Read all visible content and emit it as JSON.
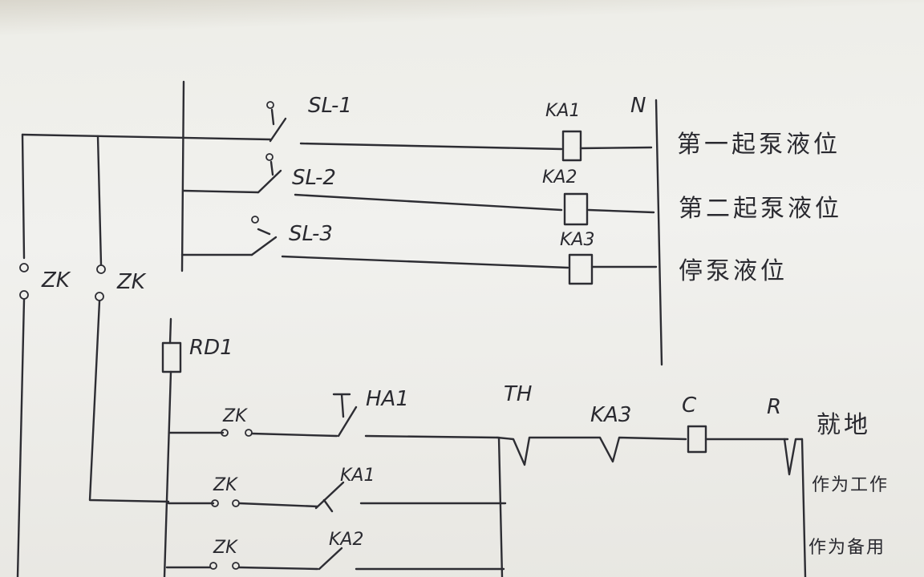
{
  "labels": {
    "n": "N",
    "sl1": "SL-1",
    "sl2": "SL-2",
    "sl3": "SL-3",
    "ka1_top": "KA1",
    "ka2_top": "KA2",
    "ka3_top": "KA3",
    "zk_left1": "ZK",
    "zk_left2": "ZK",
    "rd1": "RD1",
    "zk_row1": "ZK",
    "zk_row2": "ZK",
    "zk_row3": "ZK",
    "ha1": "HA1",
    "th": "TH",
    "ka3_bottom": "KA3",
    "ka1_bottom": "KA1",
    "ka2_bottom": "KA2",
    "c": "C",
    "r": "R"
  },
  "notes": {
    "row1": "第一起泵液位",
    "row2": "第二起泵液位",
    "row3": "停泵液位",
    "b1": "就地",
    "b2": "作为工作",
    "b3": "作为备用"
  },
  "colors": {
    "ink": "#2d2d33",
    "paper": "#f1f1ee"
  }
}
